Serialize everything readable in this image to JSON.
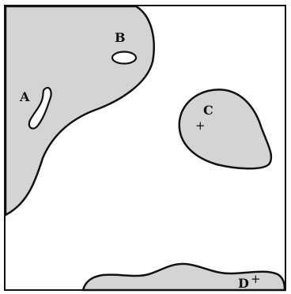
{
  "labels": {
    "a": "A",
    "b": "B",
    "c": "C",
    "d": "D",
    "c_mark": "+",
    "d_mark": "+"
  },
  "colors": {
    "region_fill": "#d4d4d4",
    "stroke": "#111111",
    "background": "#ffffff"
  }
}
